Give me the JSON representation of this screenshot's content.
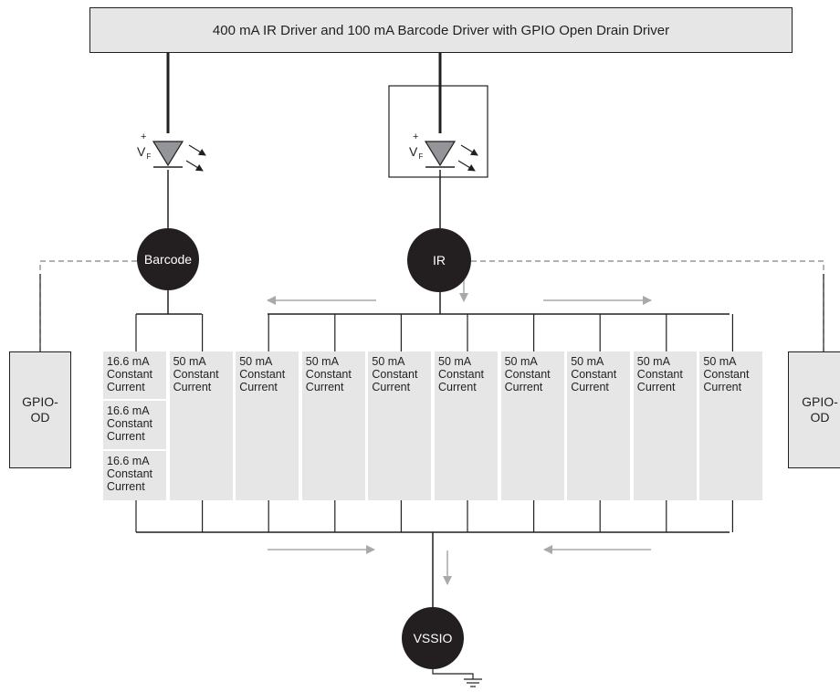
{
  "title": "400 mA IR Driver and 100 mA Barcode Driver with GPIO Open Drain Driver",
  "nodes": {
    "barcode": "Barcode",
    "ir": "IR",
    "vssio": "VSSIO"
  },
  "gpio": {
    "left": "GPIO-\nOD",
    "right": "GPIO-\nOD"
  },
  "led": {
    "symbol": "V",
    "subscript": "F",
    "plus": "+"
  },
  "current_sources": {
    "barcode_split": [
      "16.6 mA\nConstant\nCurrent",
      "16.6 mA\nConstant\nCurrent",
      "16.6 mA\nConstant\nCurrent"
    ],
    "cells": [
      "50 mA\nConstant\nCurrent",
      "50 mA\nConstant\nCurrent",
      "50 mA\nConstant\nCurrent",
      "50 mA\nConstant\nCurrent",
      "50 mA\nConstant\nCurrent",
      "50 mA\nConstant\nCurrent",
      "50 mA\nConstant\nCurrent",
      "50 mA\nConstant\nCurrent",
      "50 mA\nConstant\nCurrent"
    ]
  },
  "colors": {
    "line": "#231f20",
    "box_fill": "#e6e6e6",
    "flow_arrow": "#a7a9ac",
    "node_fill": "#231f20"
  }
}
